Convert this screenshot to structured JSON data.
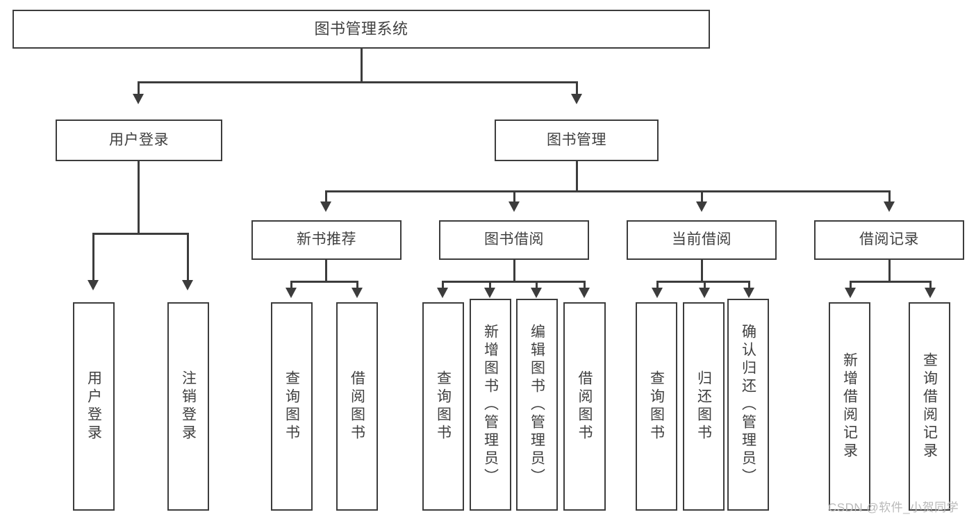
{
  "diagram": {
    "type": "tree-hierarchy",
    "title": "图书管理系统",
    "watermark": "CSDN @软件_小贺同学",
    "colors": {
      "stroke": "#3c3c3c",
      "text": "#3f3f3f",
      "background": "#ffffff",
      "watermark": "#b9b9b9"
    },
    "nodes": {
      "root": {
        "label": "图书管理系统",
        "level": 0,
        "orientation": "horizontal"
      },
      "l1": [
        {
          "id": "user-login",
          "label": "用户登录",
          "level": 1,
          "orientation": "horizontal"
        },
        {
          "id": "book-manage",
          "label": "图书管理",
          "level": 1,
          "orientation": "horizontal"
        }
      ],
      "l2": [
        {
          "id": "new-book-recommend",
          "label": "新书推荐",
          "level": 2,
          "orientation": "horizontal",
          "parent": "book-manage"
        },
        {
          "id": "book-borrow",
          "label": "图书借阅",
          "level": 2,
          "orientation": "horizontal",
          "parent": "book-manage"
        },
        {
          "id": "current-borrow",
          "label": "当前借阅",
          "level": 2,
          "orientation": "horizontal",
          "parent": "book-manage"
        },
        {
          "id": "borrow-record",
          "label": "借阅记录",
          "level": 2,
          "orientation": "horizontal",
          "parent": "book-manage"
        }
      ],
      "leaves": [
        {
          "id": "leaf-user-login",
          "label": "用户登录",
          "parent": "user-login",
          "orientation": "vertical"
        },
        {
          "id": "leaf-logout-login",
          "label": "注销登录",
          "parent": "user-login",
          "orientation": "vertical"
        },
        {
          "id": "leaf-query-book-1",
          "label": "查询图书",
          "parent": "new-book-recommend",
          "orientation": "vertical"
        },
        {
          "id": "leaf-borrow-book-1",
          "label": "借阅图书",
          "parent": "new-book-recommend",
          "orientation": "vertical"
        },
        {
          "id": "leaf-query-book-2",
          "label": "查询图书",
          "parent": "book-borrow",
          "orientation": "vertical"
        },
        {
          "id": "leaf-add-book",
          "label": "新增图书（管理员）",
          "parent": "book-borrow",
          "orientation": "vertical"
        },
        {
          "id": "leaf-edit-book",
          "label": "编辑图书（管理员）",
          "parent": "book-borrow",
          "orientation": "vertical"
        },
        {
          "id": "leaf-borrow-book-2",
          "label": "借阅图书",
          "parent": "book-borrow",
          "orientation": "vertical"
        },
        {
          "id": "leaf-query-book-3",
          "label": "查询图书",
          "parent": "current-borrow",
          "orientation": "vertical"
        },
        {
          "id": "leaf-return-book",
          "label": "归还图书",
          "parent": "current-borrow",
          "orientation": "vertical"
        },
        {
          "id": "leaf-confirm-return",
          "label": "确认归还（管理员）",
          "parent": "current-borrow",
          "orientation": "vertical"
        },
        {
          "id": "leaf-add-record",
          "label": "新增借阅记录",
          "parent": "borrow-record",
          "orientation": "vertical"
        },
        {
          "id": "leaf-query-record",
          "label": "查询借阅记录",
          "parent": "borrow-record",
          "orientation": "vertical"
        }
      ]
    }
  }
}
